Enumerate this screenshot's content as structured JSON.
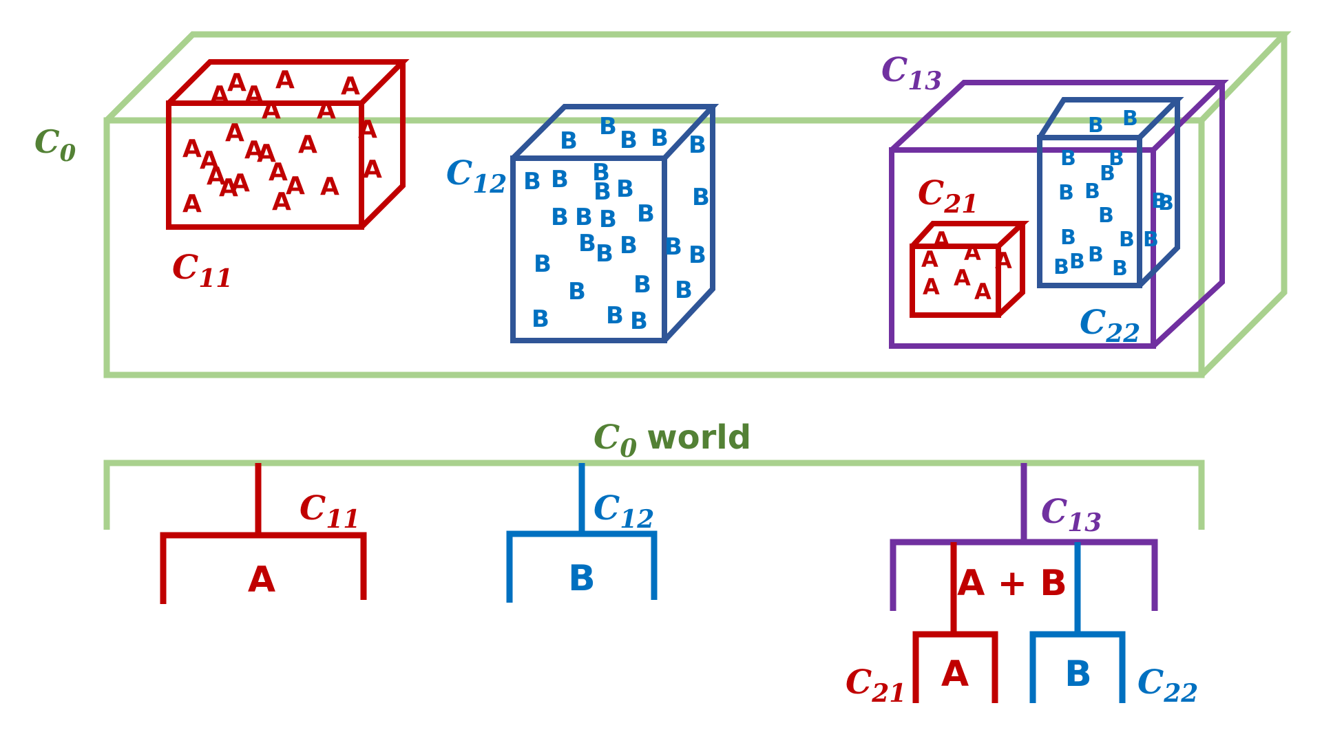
{
  "colors": {
    "green_box": "#A9D18E",
    "green_text": "#538135",
    "red": "#C00000",
    "blue_box": "#2F5597",
    "blue": "#0070C0",
    "purple": "#7030A0"
  },
  "top": {
    "c0": {
      "base": "C",
      "sub": "0"
    },
    "c11": {
      "base": "C",
      "sub": "11"
    },
    "c12": {
      "base": "C",
      "sub": "12"
    },
    "c13": {
      "base": "C",
      "sub": "13"
    },
    "c21": {
      "base": "C",
      "sub": "21"
    },
    "c22": {
      "base": "C",
      "sub": "22"
    },
    "particle_a": "A",
    "particle_b": "B"
  },
  "tree": {
    "root": {
      "base": "C",
      "sub": "0",
      "suffix": "world"
    },
    "c11": {
      "base": "C",
      "sub": "11",
      "content": "A"
    },
    "c12": {
      "base": "C",
      "sub": "12",
      "content": "B"
    },
    "c13": {
      "base": "C",
      "sub": "13",
      "content": "A + B"
    },
    "c21": {
      "base": "C",
      "sub": "21",
      "content": "A"
    },
    "c22": {
      "base": "C",
      "sub": "22",
      "content": "B"
    }
  }
}
